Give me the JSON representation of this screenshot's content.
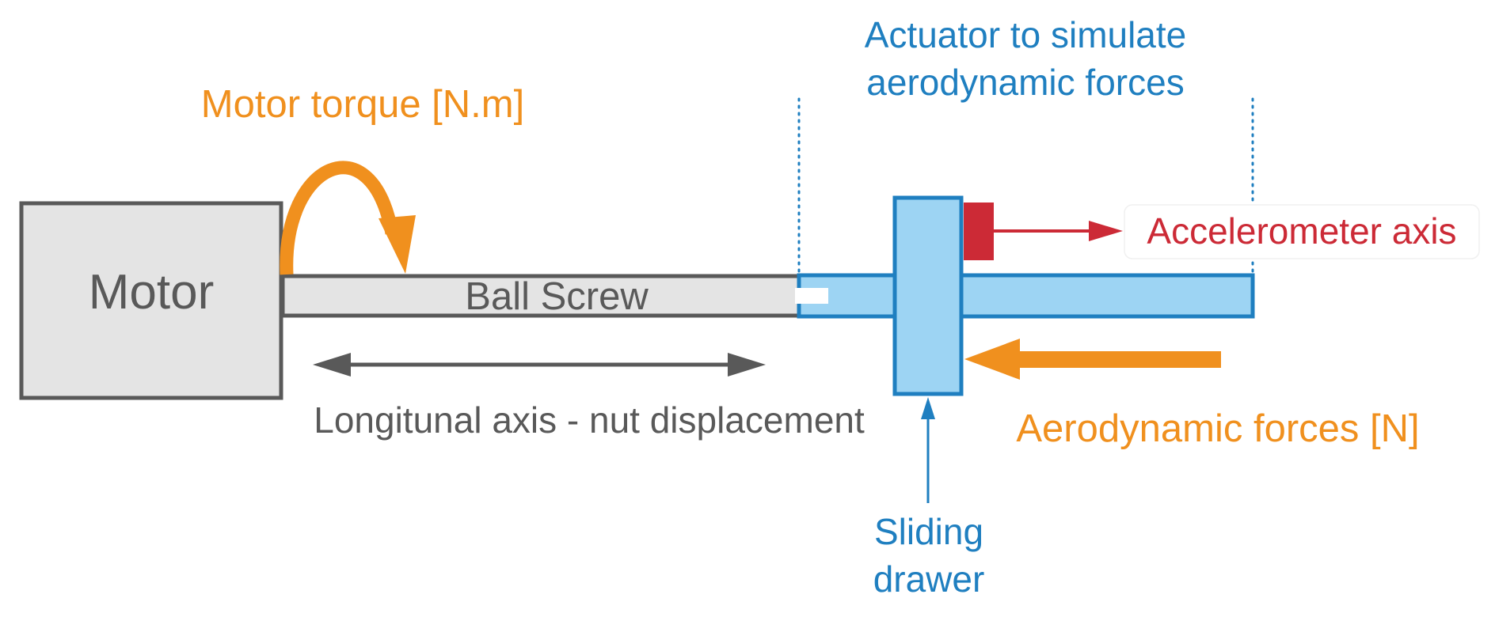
{
  "labels": {
    "motor": "Motor",
    "ball_screw": "Ball Screw",
    "motor_torque": "Motor torque [N.m]",
    "actuator_line1": "Actuator to simulate",
    "actuator_line2": "aerodynamic forces",
    "accelerometer_axis": "Accelerometer axis",
    "longitudinal_axis": "Longitunal axis - nut displacement",
    "aerodynamic_forces": "Aerodynamic forces [N]",
    "sliding_line1": "Sliding",
    "sliding_line2": "drawer"
  },
  "colors": {
    "gray_stroke": "#595959",
    "gray_fill": "#e4e4e4",
    "gray_text": "#595959",
    "orange": "#f0901e",
    "blue": "#1f7fc0",
    "blue_fill": "#9dd4f3",
    "red": "#cc2a36"
  }
}
